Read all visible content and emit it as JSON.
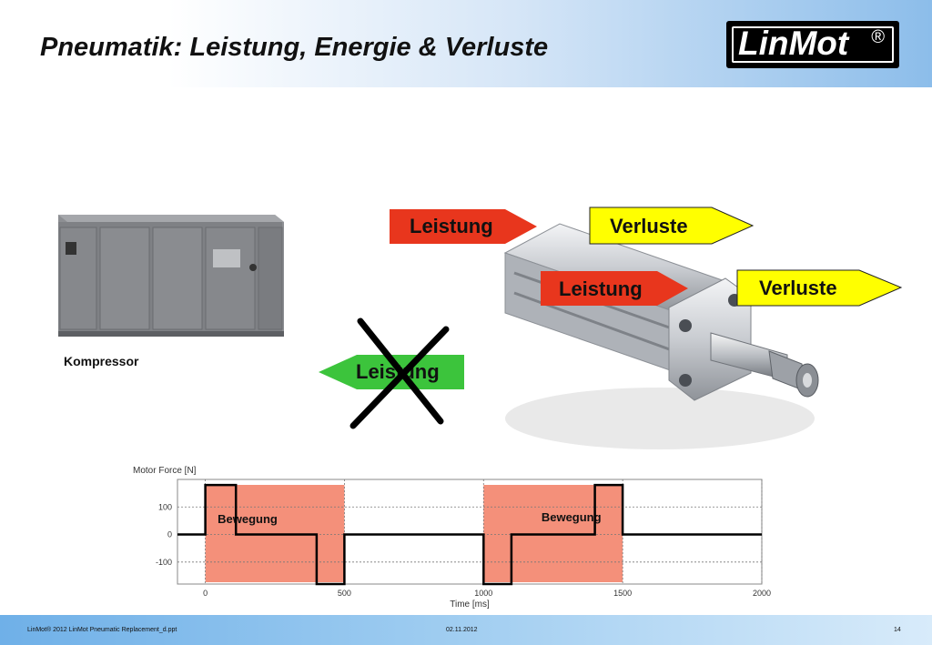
{
  "slide": {
    "title": "Pneumatik: Leistung, Energie & Verluste",
    "logo_text": "LinMot",
    "logo_mark": "®"
  },
  "compressor": {
    "caption": "Kompressor"
  },
  "arrows": {
    "in_top": "Leistung",
    "loss_top": "Verluste",
    "in_mid": "Leistung",
    "loss_mid": "Verluste",
    "return_crossed": "Leistung"
  },
  "chart_data": {
    "type": "line",
    "title": "Motor Force [N]",
    "xlabel": "Time [ms]",
    "ylabel": "",
    "xlim": [
      0,
      2000
    ],
    "ylim": [
      -180,
      200
    ],
    "x_ticks": [
      0,
      500,
      1000,
      1500,
      2000
    ],
    "y_ticks": [
      100,
      0,
      -100
    ],
    "grid": true,
    "series": [
      {
        "x": [
          -100,
          0,
          0,
          110,
          110,
          400,
          400,
          500,
          500,
          1000,
          1000,
          1100,
          1100,
          1400,
          1400,
          1500,
          1500,
          2000
        ],
        "y": [
          0,
          0,
          180,
          180,
          0,
          0,
          -180,
          -180,
          0,
          0,
          -180,
          -180,
          0,
          0,
          180,
          180,
          0,
          0
        ]
      }
    ],
    "regions": [
      {
        "label": "Bewegung",
        "x0": 0,
        "x1": 500,
        "color": "#f4907a"
      },
      {
        "label": "Bewegung",
        "x0": 1000,
        "x1": 1500,
        "color": "#f4907a"
      }
    ]
  },
  "footer": {
    "left": "LinMot® 2012 LinMot Pneumatic Replacement_d.ppt",
    "center": "02.11.2012",
    "right": "14"
  },
  "colors": {
    "red_arrow": "#e8361d",
    "yellow_arrow": "#ffff00",
    "green_arrow": "#3cc43c",
    "cross": "#000000"
  }
}
